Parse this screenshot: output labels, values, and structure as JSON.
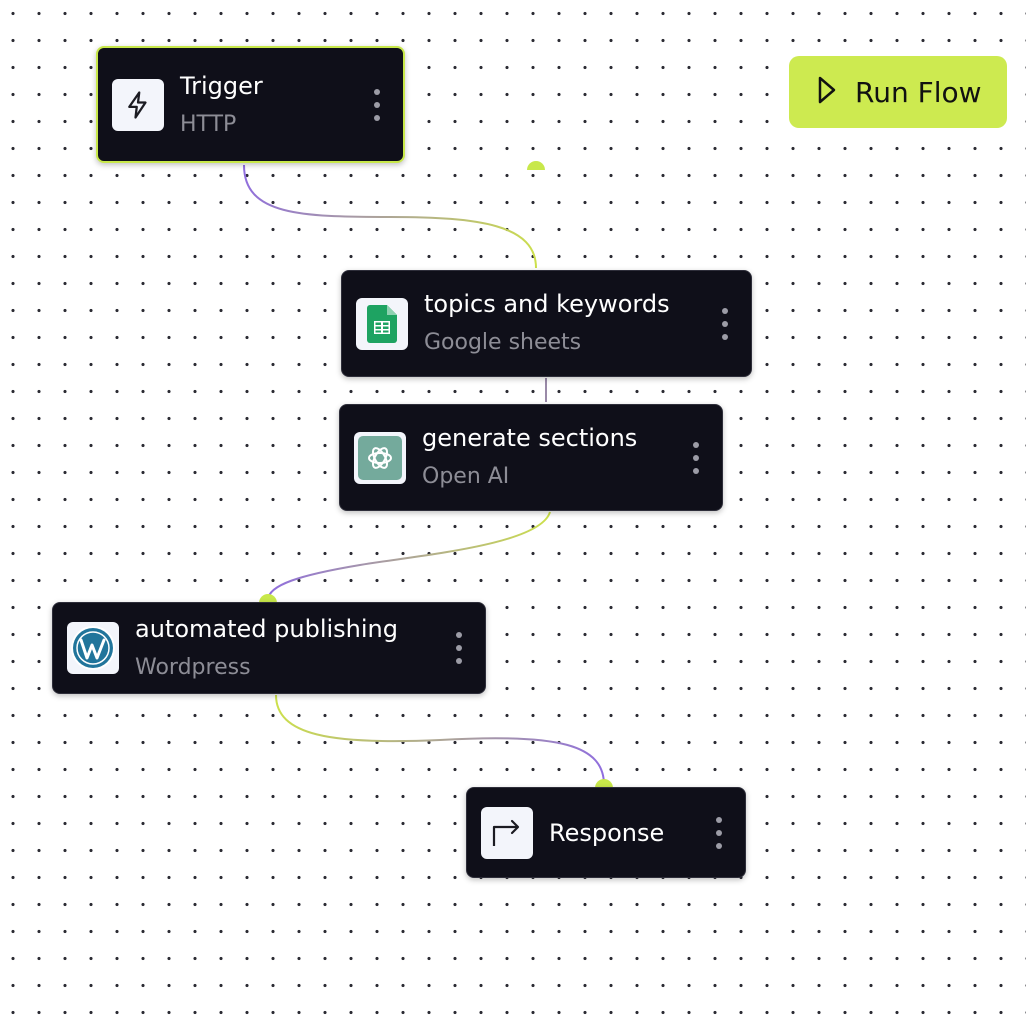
{
  "toolbar": {
    "run_label": "Run Flow"
  },
  "colors": {
    "accent": "#cdea50",
    "edge_start": "#8f6ce0",
    "node_bg": "#0f0f19",
    "subtitle": "#8d8d96"
  },
  "nodes": [
    {
      "id": "trigger",
      "title": "Trigger",
      "subtitle": "HTTP",
      "icon": "lightning-bolt-icon",
      "active": true
    },
    {
      "id": "topics",
      "title": "topics and keywords",
      "subtitle": "Google sheets",
      "icon": "google-sheets-icon"
    },
    {
      "id": "generate",
      "title": "generate sections",
      "subtitle": "Open AI",
      "icon": "openai-icon"
    },
    {
      "id": "publishing",
      "title": "automated publishing",
      "subtitle": "Wordpress",
      "icon": "wordpress-icon"
    },
    {
      "id": "response",
      "title": "Response",
      "subtitle": "",
      "icon": "return-arrow-icon"
    }
  ]
}
